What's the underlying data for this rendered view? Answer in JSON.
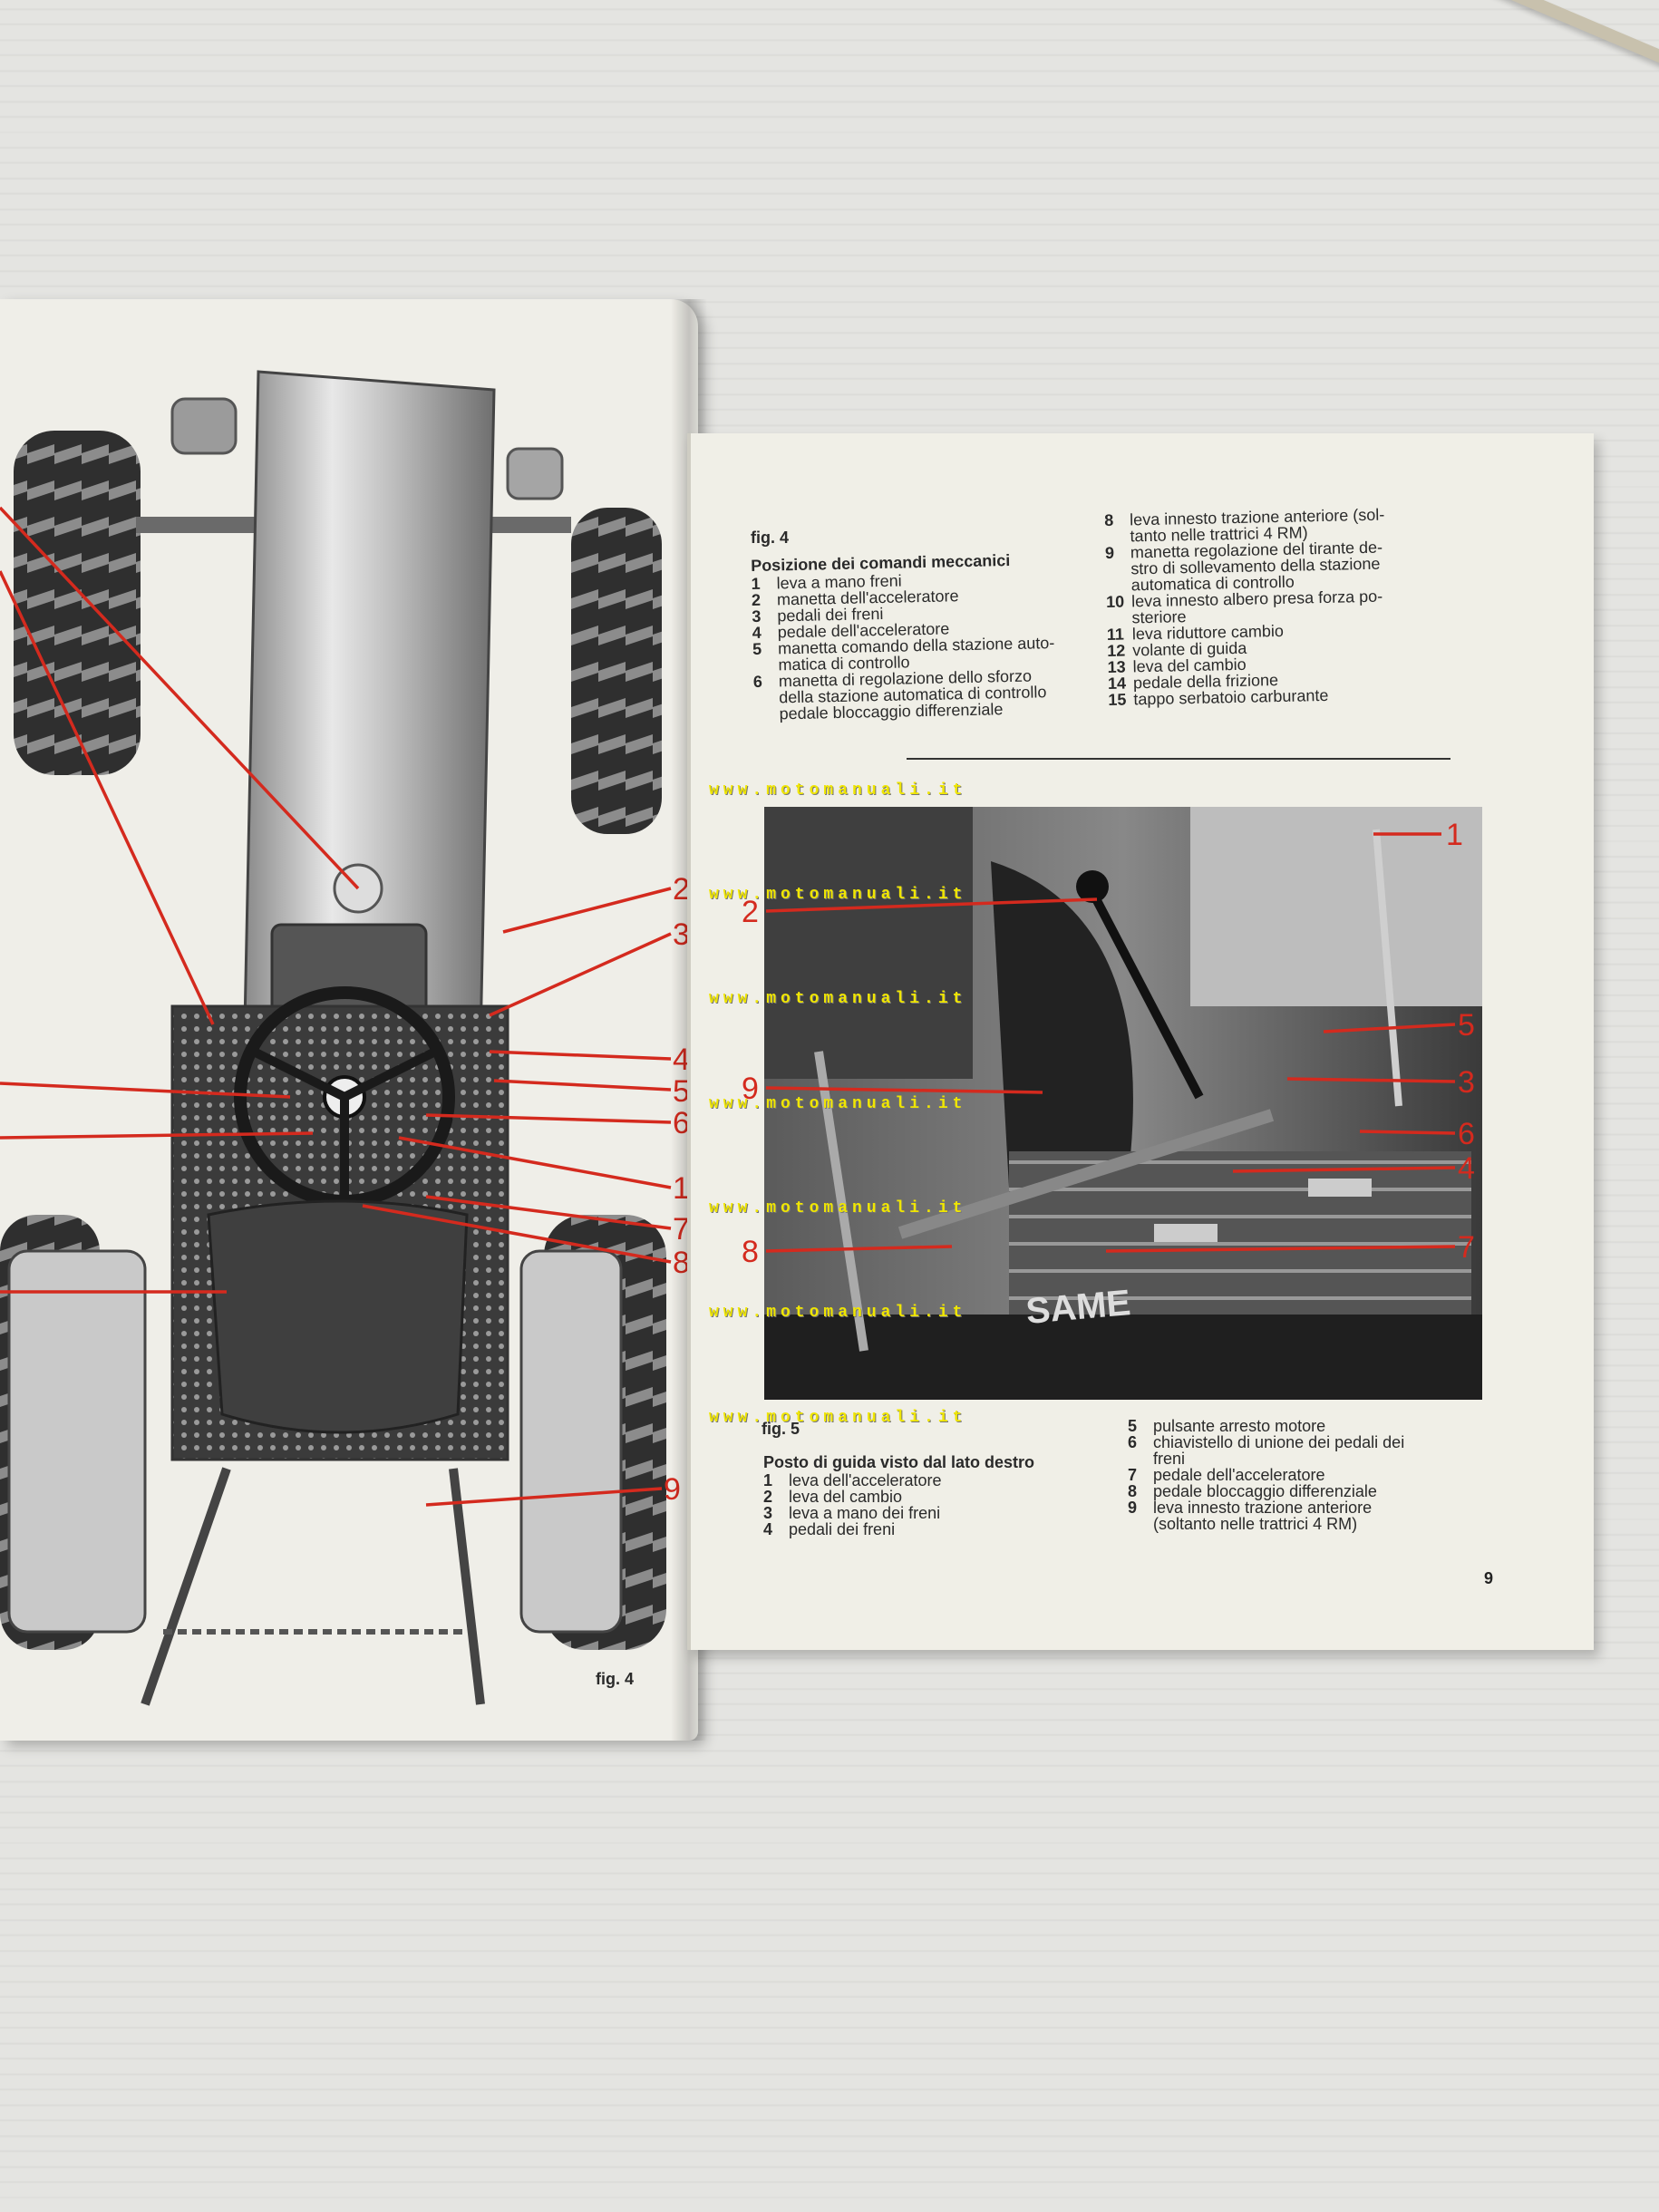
{
  "fig4": {
    "caption": "fig. 4",
    "bottom_caption": "fig. 4",
    "heading": "Posizione dei comandi meccanici",
    "items_col1": [
      {
        "n": "1",
        "lines": [
          "leva a mano freni"
        ]
      },
      {
        "n": "2",
        "lines": [
          "manetta dell'acceleratore"
        ]
      },
      {
        "n": "3",
        "lines": [
          "pedali dei freni"
        ]
      },
      {
        "n": "4",
        "lines": [
          "pedale dell'acceleratore"
        ]
      },
      {
        "n": "5",
        "lines": [
          "manetta comando della stazione auto-",
          "matica di controllo"
        ]
      },
      {
        "n": "6",
        "lines": [
          "manetta di regolazione dello sforzo",
          "della stazione automatica di controllo",
          "pedale bloccaggio differenziale"
        ]
      }
    ],
    "items_col2": [
      {
        "n": "8",
        "lines": [
          "leva innesto trazione anteriore (sol-",
          "tanto nelle trattrici 4 RM)"
        ]
      },
      {
        "n": "9",
        "lines": [
          "manetta regolazione del tirante de-",
          "stro di sollevamento della stazione",
          "automatica di controllo"
        ]
      },
      {
        "n": "10",
        "lines": [
          "leva innesto albero presa forza po-",
          "steriore"
        ]
      },
      {
        "n": "11",
        "lines": [
          "leva riduttore cambio"
        ]
      },
      {
        "n": "12",
        "lines": [
          "volante di guida"
        ]
      },
      {
        "n": "13",
        "lines": [
          "leva del cambio"
        ]
      },
      {
        "n": "14",
        "lines": [
          "pedale della frizione"
        ]
      },
      {
        "n": "15",
        "lines": [
          "tappo serbatoio carburante"
        ]
      }
    ],
    "callouts": [
      "2",
      "3",
      "4",
      "5",
      "6",
      "1",
      "7",
      "8",
      "9"
    ]
  },
  "fig5": {
    "caption": "fig. 5",
    "heading": "Posto di guida visto dal lato destro",
    "items_col1": [
      {
        "n": "1",
        "lines": [
          "leva dell'acceleratore"
        ]
      },
      {
        "n": "2",
        "lines": [
          "leva del cambio"
        ]
      },
      {
        "n": "3",
        "lines": [
          "leva a mano dei freni"
        ]
      },
      {
        "n": "4",
        "lines": [
          "pedali dei freni"
        ]
      }
    ],
    "items_col2": [
      {
        "n": "5",
        "lines": [
          "pulsante arresto motore"
        ]
      },
      {
        "n": "6",
        "lines": [
          "chiavistello di unione dei pedali dei",
          "freni"
        ]
      },
      {
        "n": "7",
        "lines": [
          "pedale dell'acceleratore"
        ]
      },
      {
        "n": "8",
        "lines": [
          "pedale bloccaggio differenziale"
        ]
      },
      {
        "n": "9",
        "lines": [
          "leva innesto trazione anteriore",
          "(soltanto nelle trattrici 4 RM)"
        ]
      }
    ],
    "callouts": [
      "1",
      "2",
      "5",
      "9",
      "3",
      "6",
      "4",
      "8",
      "7"
    ],
    "brand": "SAME"
  },
  "watermark": "www.motomanuali.it",
  "page_number": "9",
  "colors": {
    "callout_red": "#d42a1e",
    "paper": "#f0efe7",
    "watermark": "#f0e600"
  }
}
